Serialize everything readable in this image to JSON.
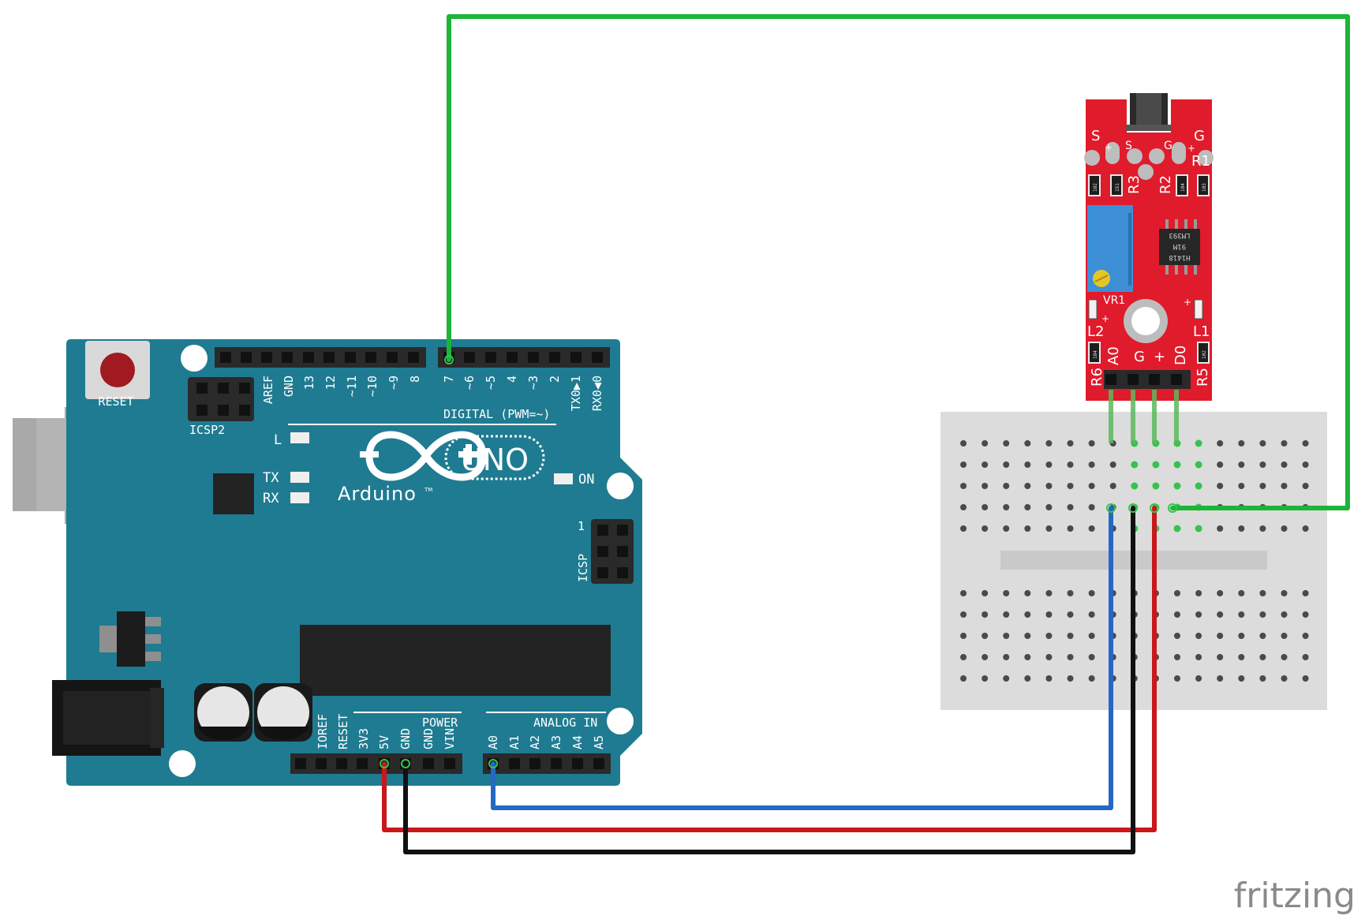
{
  "arduino": {
    "reset_label": "RESET",
    "icsp2_label": "ICSP2",
    "icsp_label": "ICSP",
    "icsp_pin1": "1",
    "digital_label": "DIGITAL (PWM=~)",
    "power_label": "POWER",
    "analog_label": "ANALOG IN",
    "logo_text": "Arduino",
    "tm": "TM",
    "uno_text": "UNO",
    "led_l": "L",
    "led_tx": "TX",
    "led_rx": "RX",
    "led_on": "ON",
    "header_pins_left": [
      "AREF",
      "GND",
      "13",
      "12",
      "~11",
      "~10",
      "~9",
      "8"
    ],
    "header_pins_right": [
      "7",
      "~6",
      "~5",
      "4",
      "~3",
      "2",
      "TX0▶1",
      "RX0◀0"
    ],
    "power_pins": [
      "IOREF",
      "RESET",
      "3V3",
      "5V",
      "GND",
      "GND",
      "VIN"
    ],
    "analog_pins": [
      "A0",
      "A1",
      "A2",
      "A3",
      "A4",
      "A5"
    ]
  },
  "sensor": {
    "top_labels": [
      "S",
      "+",
      "S",
      "G",
      "G",
      "+"
    ],
    "resistor_labels": [
      "R1",
      "R2",
      "R3",
      "R5",
      "R6"
    ],
    "chip_text": [
      "LM393",
      "91M",
      "H1418"
    ],
    "resistor_codes": [
      "102",
      "151",
      "104",
      "103",
      "104",
      "102"
    ],
    "vr_label": "VR1",
    "led_labels": [
      "L2",
      "L1"
    ],
    "plus_signs": [
      "+",
      "+"
    ],
    "pin_labels": [
      "A0",
      "G",
      "+",
      "D0"
    ]
  },
  "watermark": "fritzing",
  "colors": {
    "board": "#1f7b91",
    "sensor_pcb": "#e01b2c",
    "breadboard": "#dcdcdc",
    "wire_green": "#1cb538",
    "wire_blue": "#2568c4",
    "wire_red": "#c8181b",
    "wire_black": "#111111"
  }
}
